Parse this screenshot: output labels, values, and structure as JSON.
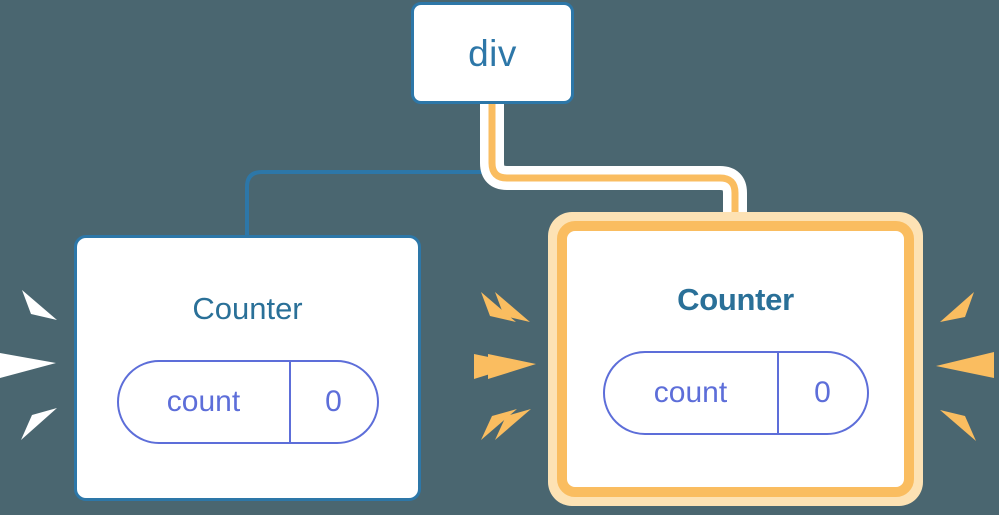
{
  "diagram": {
    "title": "component-tree-rerender",
    "background_color": "#4a6670"
  },
  "colors": {
    "background": "#4a6670",
    "node_border_blue": "#2d77a8",
    "title_blue": "#2a7098",
    "pill_purple": "#5d6ed9",
    "highlight_orange": "#fabd60",
    "highlight_orange_light": "#fde2b4",
    "wire_blue": "#2d77a8",
    "wire_white_halo": "#ffffff",
    "spark_white": "#ffffff",
    "spark_orange": "#fabd60",
    "node_fill": "#ffffff"
  },
  "nodes": {
    "root": {
      "label": "div",
      "highlighted": false
    },
    "counter_left": {
      "label": "Counter",
      "highlighted": false,
      "bold_label": false,
      "state": {
        "key": "count",
        "value": "0"
      }
    },
    "counter_right": {
      "label": "Counter",
      "highlighted": true,
      "bold_label": true,
      "state": {
        "key": "count",
        "value": "0"
      }
    }
  },
  "edges": [
    {
      "name": "div-to-counter-left",
      "from": "div",
      "to": "Counter",
      "style": "thin-blue",
      "highlighted": false
    },
    {
      "name": "div-to-counter-right",
      "from": "div",
      "to": "Counter",
      "style": "thick-orange-with-white-halo",
      "highlighted": true
    }
  ],
  "bursts": [
    {
      "name": "burst-left-of-left-counter",
      "color": "#ffffff",
      "rays": 3,
      "direction": "left"
    },
    {
      "name": "burst-right-of-left-counter",
      "color": "#fabd60",
      "rays": 3,
      "direction": "right"
    },
    {
      "name": "burst-left-of-right-counter",
      "color": "#fabd60",
      "rays": 3,
      "direction": "left"
    },
    {
      "name": "burst-right-of-right-counter",
      "color": "#fabd60",
      "rays": 3,
      "direction": "right"
    }
  ]
}
